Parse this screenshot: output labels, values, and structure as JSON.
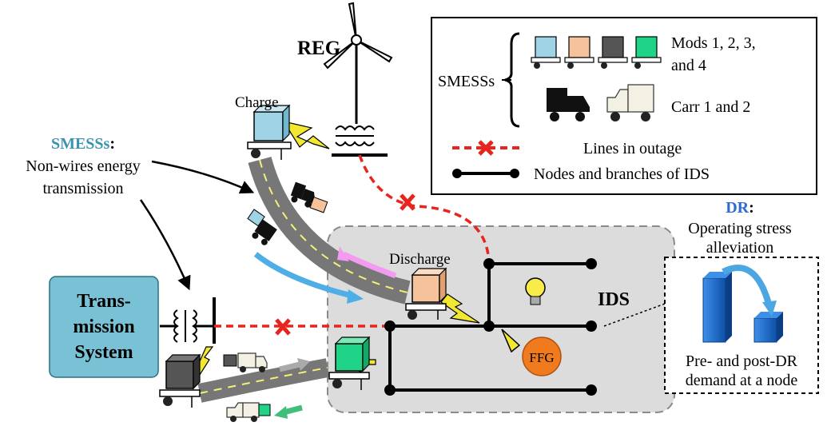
{
  "labels": {
    "reg": "REG",
    "charge": "Charge",
    "discharge": "Discharge",
    "ids": "IDS",
    "ffg": "FFG",
    "transmission_line1": "Trans-",
    "transmission_line2": "mission",
    "transmission_line3": "System",
    "smess_head": "SMESSs",
    "smess_colon": ":",
    "smess_desc1": "Non-wires energy",
    "smess_desc2": "transmission",
    "dr_head": "DR",
    "dr_colon": ":",
    "dr_desc1": "Operating stress",
    "dr_desc2": "alleviation",
    "dr_box1": "Pre- and post-DR",
    "dr_box2": "demand at a node"
  },
  "legend": {
    "smess_label": "SMESSs",
    "mods_line1": "Mods 1, 2, 3,",
    "mods_line2": "and 4",
    "carr": "Carr 1 and 2",
    "outage": "Lines in outage",
    "nodes": "Nodes and branches of IDS"
  },
  "colors": {
    "mod1": "#9fd4e6",
    "mod2": "#f6c29c",
    "mod3": "#555555",
    "mod4": "#1fd486",
    "smess_head": "#3b93b2",
    "dr_head": "#2e6ad8",
    "outage": "#e8241f",
    "ids_bg": "#dcdcdc",
    "transmission_box": "#79c1d4",
    "arrow_yellow": "#f2e832",
    "ffg": "#f07a1e",
    "bar": "#1a6fd6"
  }
}
